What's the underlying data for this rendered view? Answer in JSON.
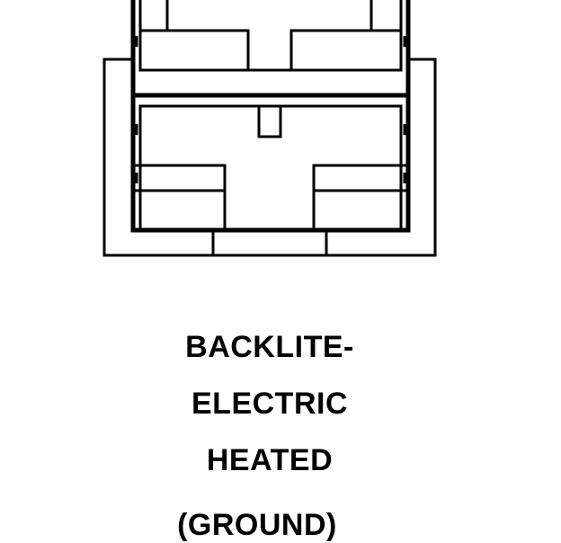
{
  "diagram": {
    "label_lines": [
      "BACKLITE-",
      "ELECTRIC",
      "HEATED",
      "(GROUND)"
    ],
    "line_color": "#000000",
    "background": "#ffffff"
  }
}
